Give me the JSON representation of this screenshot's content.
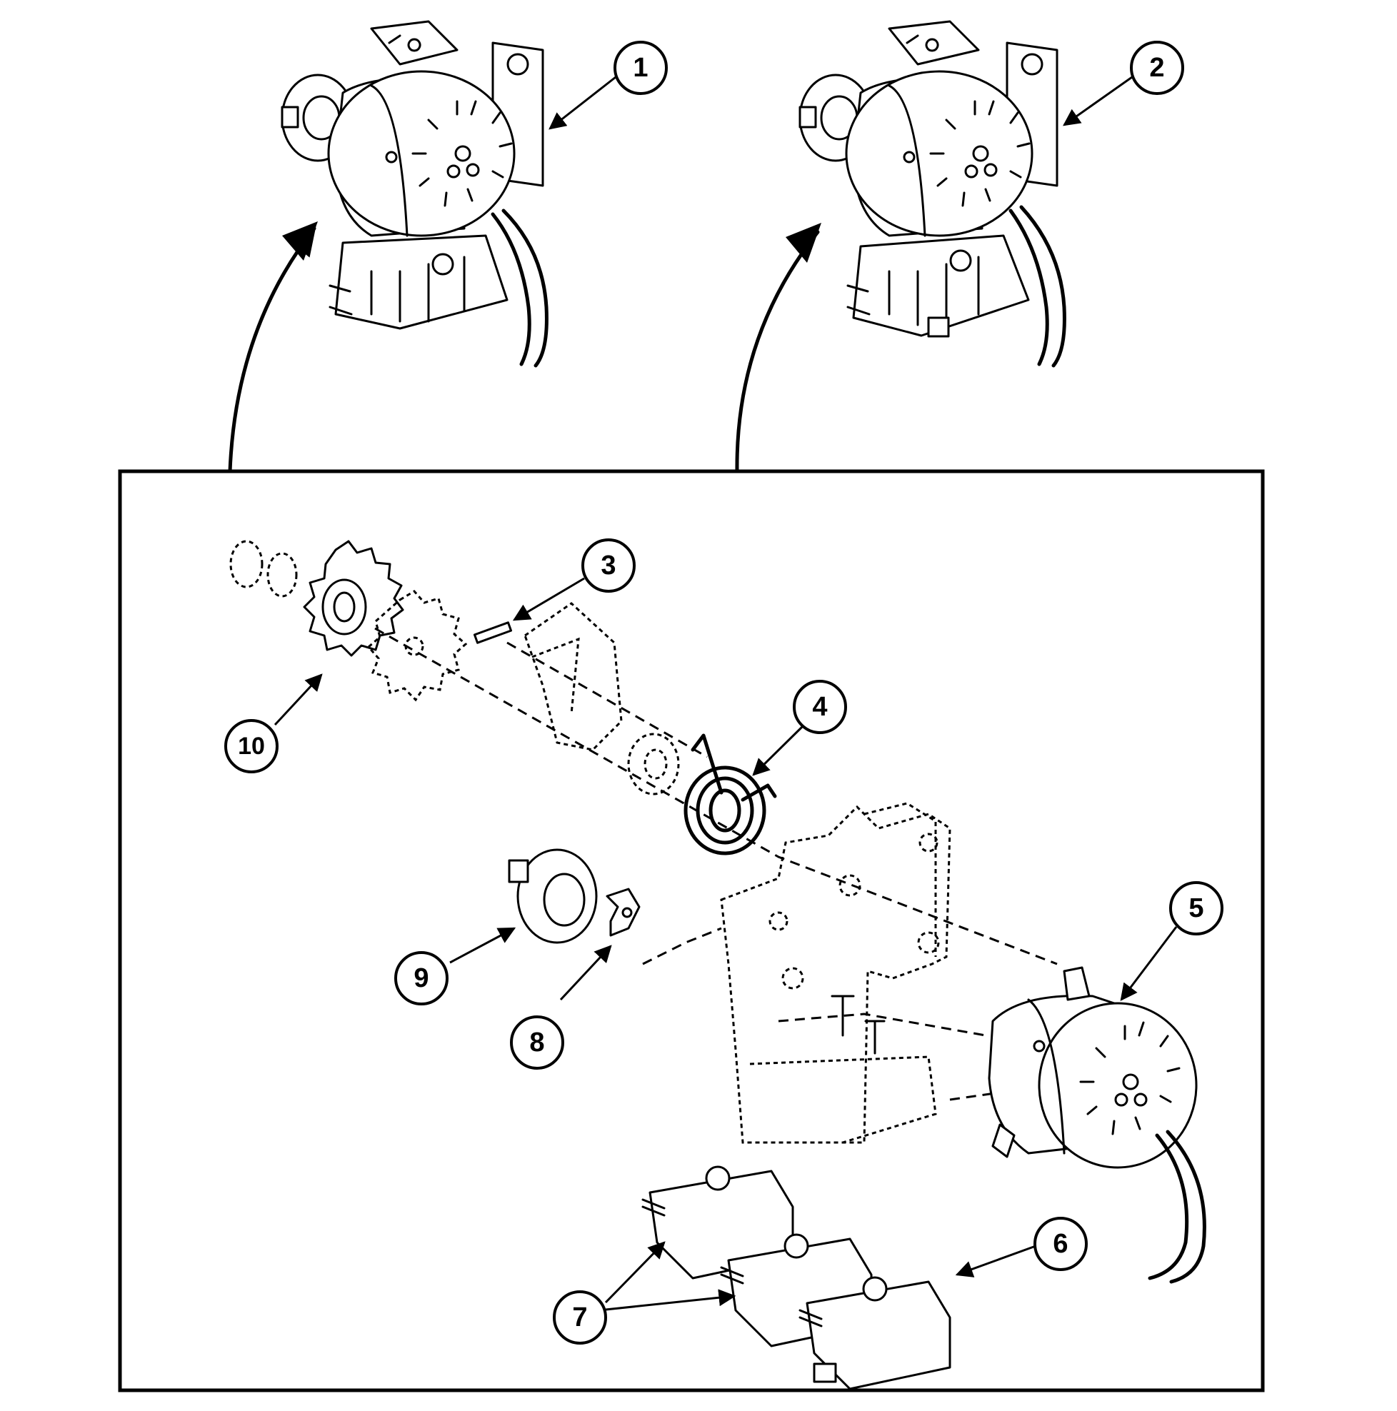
{
  "callouts": {
    "c1": "1",
    "c2": "2",
    "c3": "3",
    "c4": "4",
    "c5": "5",
    "c6": "6",
    "c7": "7",
    "c8": "8",
    "c9": "9",
    "c10": "10"
  },
  "colors": {
    "ink": "#000000",
    "paper": "#ffffff"
  }
}
